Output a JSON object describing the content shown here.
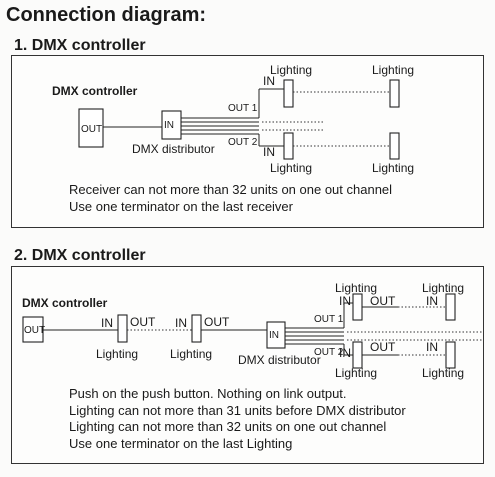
{
  "title": "Connection diagram:",
  "section1": {
    "heading": "1. DMX controller",
    "controller_label": "DMX controller",
    "out_label": "OUT",
    "in_label": "IN",
    "distributor_label": "DMX distributor",
    "out1_label": "OUT 1",
    "out2_label": "OUT 2",
    "lighting_label": "Lighting",
    "notes": [
      "Receiver can not more than 32 units on one out channel",
      "Use one terminator on the last receiver"
    ]
  },
  "section2": {
    "heading": "2. DMX controller",
    "controller_label": "DMX controller",
    "out_label": "OUT",
    "in_label": "IN",
    "distributor_label": "DMX distributor",
    "out1_label": "OUT 1",
    "out2_label": "OUT 2",
    "lighting_label": "Lighting",
    "notes": [
      "Push on the push button. Nothing on link output.",
      "Lighting can not more than 31 units before DMX distributor",
      "Lighting can not more than 32 units on one out channel",
      "Use one terminator on the last Lighting"
    ]
  }
}
